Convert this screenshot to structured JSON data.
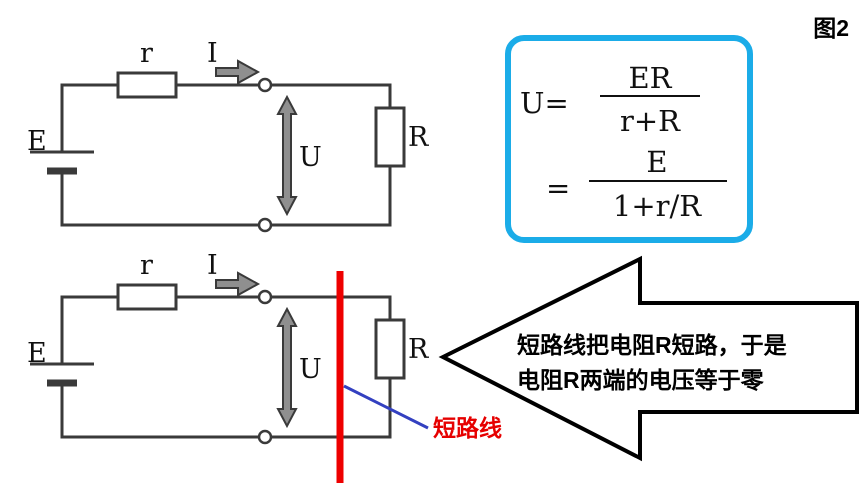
{
  "figure_label": "图2",
  "formula": {
    "lhs": "U=",
    "fraction1": {
      "numerator": "ER",
      "denominator": "r+R"
    },
    "equals2": "=",
    "fraction2": {
      "numerator": "E",
      "denominator": "1+r/R"
    }
  },
  "circuit_top": {
    "emf": "E",
    "internal_resistance": "r",
    "current": "I",
    "voltage": "U",
    "load_resistance": "R"
  },
  "circuit_bottom": {
    "emf": "E",
    "internal_resistance": "r",
    "current": "I",
    "voltage": "U",
    "load_resistance": "R"
  },
  "short_circuit": {
    "label": "短路线"
  },
  "callout": {
    "line1": "短路线把电阻R短路，于是",
    "line2": "电阻R两端的电压等于零"
  },
  "colors": {
    "wire": "#3a3a3a",
    "formula_border": "#1bace8",
    "short_wire": "#ee0000",
    "pointer_line": "#3340c0",
    "label_red": "#e60000",
    "block_arrow_fill": "#8f8f8f"
  }
}
